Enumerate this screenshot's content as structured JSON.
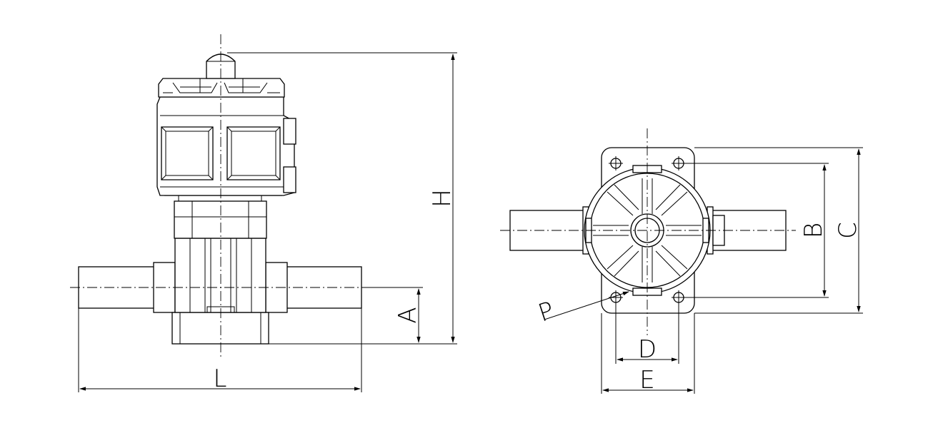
{
  "dimensions": {
    "L": "L",
    "A": "A",
    "H": "H",
    "B": "B",
    "C": "C",
    "D": "D",
    "E": "E",
    "P": "P"
  },
  "colors": {
    "line": "#000000",
    "background": "#ffffff"
  }
}
